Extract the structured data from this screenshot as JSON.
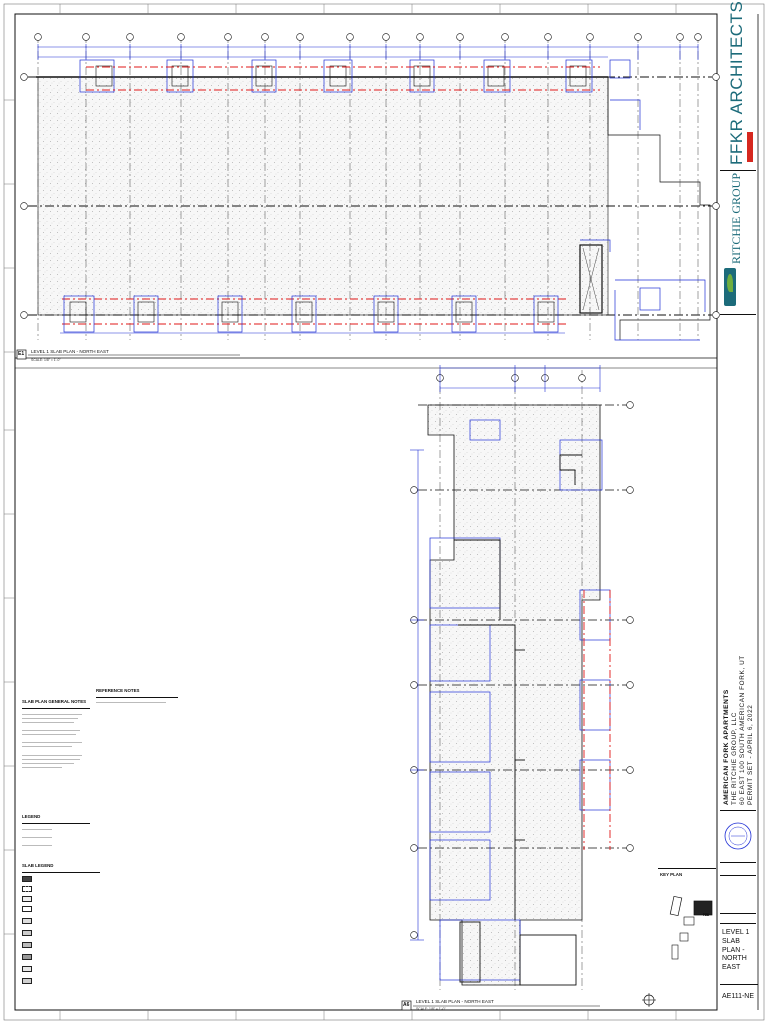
{
  "drawing_top": {
    "title": "LEVEL 1 SLAB PLAN - NORTH EAST",
    "marker": "E1",
    "scale": "SCALE:  1/8\" = 1'-0\""
  },
  "drawing_bottom": {
    "title": "LEVEL 1 SLAB PLAN - NORTH EAST",
    "marker": "A6",
    "scale": "SCALE:  1/8\" = 1'-0\""
  },
  "notes": {
    "general_title": "SLAB PLAN GENERAL NOTES",
    "reference_title": "REFERENCE NOTES",
    "legend_title": "LEGEND",
    "slab_legend_title": "SLAB LEGEND"
  },
  "key_plan": {
    "title": "KEY PLAN",
    "tag": "NE"
  },
  "architect": {
    "name": "FFKR ARCHITECTS"
  },
  "owner": {
    "name": "RITCHIE GROUP"
  },
  "project": {
    "name": "AMERICAN FORK APARTMENTS",
    "client": "THE RITCHIE GROUP, LLC",
    "address": "60 EAST 100 SOUTH AMERICAN FORK, UT",
    "set": "PERMIT SET - APRIL 6, 2022"
  },
  "sheet": {
    "title": "LEVEL 1 SLAB PLAN - NORTH EAST",
    "number": "AE111-NE"
  },
  "colors": {
    "dim": "#1f2fd6",
    "red": "#e01818",
    "ink": "#111111",
    "brand": "#d6281f",
    "teal": "#1c6b7a",
    "green": "#6fae3e"
  }
}
